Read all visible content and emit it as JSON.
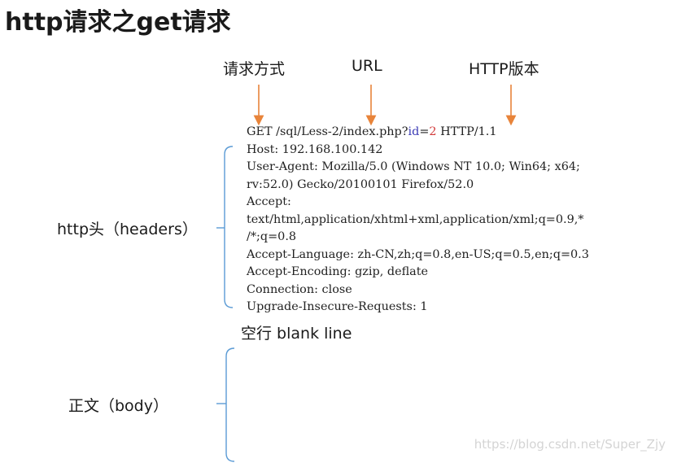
{
  "title": "http请求之get请求",
  "top_labels": {
    "method": "请求方式",
    "url": "URL",
    "version": "HTTP版本"
  },
  "side_labels": {
    "headers": "http头（headers）",
    "blank": "空行 blank line",
    "body": "正文（body）"
  },
  "request_line": {
    "prefix": "GET /sql/Less-2/index.php?",
    "param_key": "id",
    "equals": "=",
    "param_value": "2",
    "suffix": " HTTP/1.1"
  },
  "header_lines": [
    "Host: 192.168.100.142",
    "User-Agent: Mozilla/5.0 (Windows NT 10.0; Win64; x64;",
    "rv:52.0) Gecko/20100101 Firefox/52.0",
    "Accept:",
    "text/html,application/xhtml+xml,application/xml;q=0.9,*",
    "/*;q=0.8",
    "Accept-Language: zh-CN,zh;q=0.8,en-US;q=0.5,en;q=0.3",
    "Accept-Encoding: gzip, deflate",
    "Connection: close",
    "Upgrade-Insecure-Requests: 1"
  ],
  "watermark": "https://blog.csdn.net/Super_Zjy",
  "colors": {
    "arrow": "#e8843a",
    "bracket": "#5b9bd5",
    "param_key": "#3b3bb5",
    "param_value": "#d23b3b"
  }
}
